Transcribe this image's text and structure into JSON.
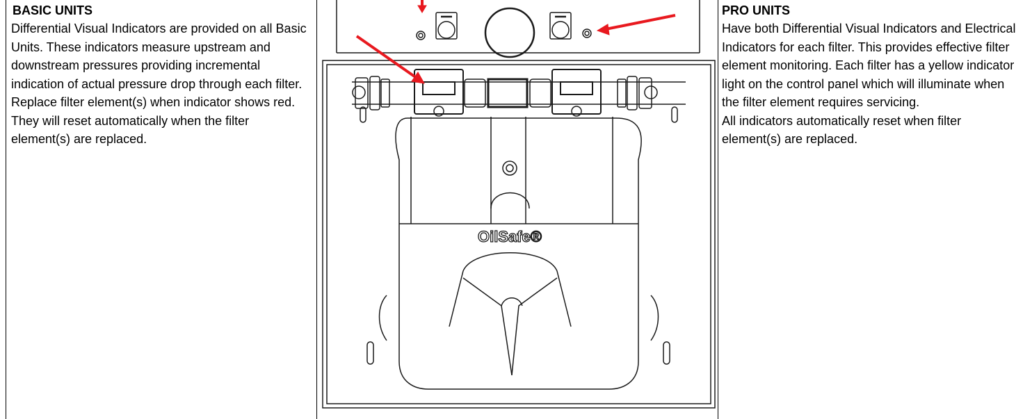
{
  "basic_units": {
    "heading": "BASIC UNITS",
    "paragraphs": [
      "Differential Visual Indicators are provided on all Basic Units. These indicators measure upstream and downstream pressures providing incremental indication of actual pressure drop through each filter. Replace filter element(s) when indicator shows red. They will reset automatically when the filter element(s) are replaced."
    ]
  },
  "pro_units": {
    "heading": "PRO UNITS",
    "paragraphs": [
      "Have both Differential Visual Indicators and Electrical Indicators for each filter. This provides effective filter element monitoring. Each filter has a yellow indicator light on the control panel which will illuminate when the filter element requires servicing.",
      "All indicators automatically reset when filter element(s) are replaced."
    ]
  },
  "figure": {
    "brand_logo": "OilSafe®",
    "arrow_color": "#e8191f",
    "line_color": "#1a1a1a"
  }
}
